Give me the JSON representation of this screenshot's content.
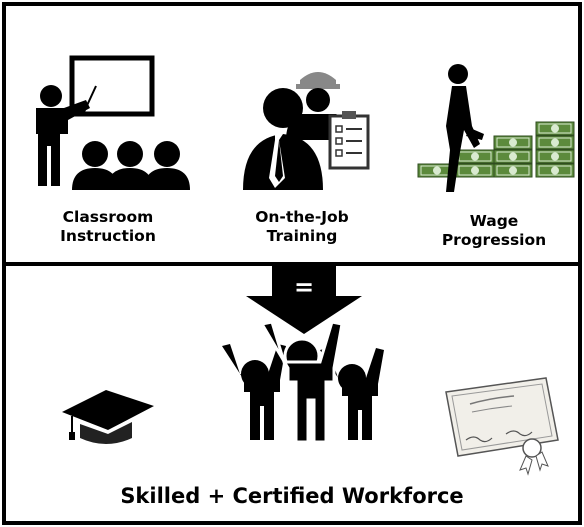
{
  "inputs": [
    {
      "id": "classroom",
      "line1": "Classroom",
      "line2": "Instruction",
      "icon": "classroom-teacher-icon"
    },
    {
      "id": "ojt",
      "line1": "On-the-Job",
      "line2": "Training",
      "icon": "mentor-worker-clipboard-icon"
    },
    {
      "id": "wage",
      "line1": "Wage",
      "line2": "Progression",
      "icon": "money-stairs-climber-icon"
    }
  ],
  "arrow": {
    "symbol": "="
  },
  "result": {
    "title": "Skilled + Certified Workforce",
    "icons": [
      "graduation-cap-icon",
      "cheering-workers-icon",
      "certificate-icon"
    ]
  },
  "colors": {
    "ink": "#000000",
    "money": "#5c8a3c",
    "money_light": "#d9ead0",
    "certificate": "#f1efe9"
  }
}
